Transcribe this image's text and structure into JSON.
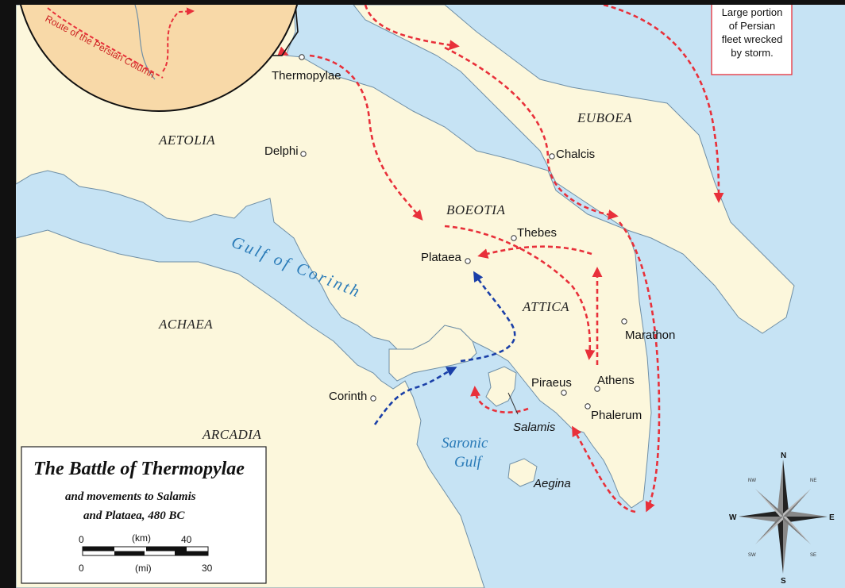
{
  "regions": {
    "aetolia": "AETOLIA",
    "euboea": "EUBOEA",
    "boeotia": "BOEOTIA",
    "attica": "ATTICA",
    "achaea": "ACHAEA",
    "arcadia": "ARCADIA"
  },
  "cities": {
    "thermopylae": "Thermopylae",
    "delphi": "Delphi",
    "chalcis": "Chalcis",
    "thebes": "Thebes",
    "plataea": "Plataea",
    "marathon": "Marathon",
    "athens": "Athens",
    "piraeus": "Piraeus",
    "phalerum": "Phalerum",
    "corinth": "Corinth",
    "salamis": "Salamis",
    "aegina": "Aegina"
  },
  "water": {
    "gulf_of_corinth": "Gulf of Corinth",
    "saronic_line1": "Saronic",
    "saronic_line2": "Gulf"
  },
  "inset": {
    "route_label": "Route of the Persian Column"
  },
  "note": {
    "line1": "Large portion",
    "line2": "of Persian",
    "line3": "fleet wrecked",
    "line4": "by storm."
  },
  "legend": {
    "title": "The Battle of Thermopylae",
    "subtitle_line1": "and movements to Salamis",
    "subtitle_line2": "and Plataea, 480 BC",
    "km_zero": "0",
    "km_unit": "(km)",
    "km_max": "40",
    "mi_zero": "0",
    "mi_unit": "(mi)",
    "mi_max": "30"
  },
  "compass": {
    "n": "N",
    "s": "S",
    "e": "E",
    "w": "W",
    "ne": "NE",
    "nw": "NW",
    "se": "SE",
    "sw": "SW"
  },
  "colors": {
    "sea": "#c6e3f4",
    "land": "#fcf7dc",
    "coast": "#6f8fa6",
    "persian_route": "#e8303a",
    "greek_route": "#1a3fa8",
    "inset_fill": "#f8d9a8"
  }
}
